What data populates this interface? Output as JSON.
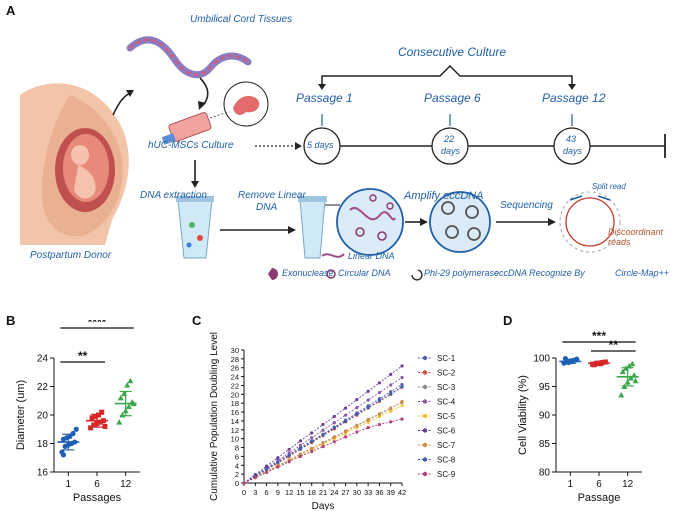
{
  "panels": {
    "a": "A",
    "b": "B",
    "c": "C",
    "d": "D"
  },
  "workflow": {
    "umbilical": "Umbilical   Cord   Tissues",
    "consecutive": "Consecutive  Culture",
    "passages": [
      {
        "label": "Passage 1",
        "duration": "5 days"
      },
      {
        "label": "Passage 6",
        "duration_top": "22",
        "duration_bottom": "days"
      },
      {
        "label": "Passage 12",
        "duration_top": "43",
        "duration_bottom": "days"
      }
    ],
    "culture": "hUC-MSCs Culture",
    "donor": "Postpartum Donor",
    "dna_extraction": "DNA extraction",
    "remove_linear_1": "Remove Linear",
    "remove_linear_2": "DNA",
    "amplify": "Amplify eccDNA",
    "sequencing": "Sequencing",
    "split_read": "Split read",
    "discordant": "Discoordinant reads",
    "linear_dna": "Linear DNA",
    "circular_dna": "Circular DNA",
    "exonuclease": "Exonuclease",
    "phi29": "Phi-29 polymerase",
    "ecc_recognize": "eccDNA Recognize By",
    "circle_map": "Circle-Map++"
  },
  "chart_data": [
    {
      "type": "scatter",
      "panel": "B",
      "ylabel": "Diameter (um)",
      "xlabel": "Passages",
      "categories": [
        "1",
        "6",
        "12"
      ],
      "ylim": [
        16,
        24
      ],
      "yticks": [
        16,
        18,
        20,
        22,
        24
      ],
      "colors": [
        "#1f5fb4",
        "#d62728",
        "#3aa84a"
      ],
      "series": [
        {
          "values": [
            17.4,
            17.8,
            17.9,
            18.0,
            18.1,
            18.3,
            18.4,
            18.5,
            18.7,
            19.0,
            17.2
          ],
          "mean": 18.1,
          "sd": 0.55
        },
        {
          "values": [
            19.1,
            19.3,
            19.4,
            19.5,
            19.6,
            19.8,
            19.9,
            20.0,
            20.2,
            19.2
          ],
          "mean": 19.6,
          "sd": 0.45
        },
        {
          "values": [
            19.5,
            20.0,
            20.3,
            20.6,
            20.9,
            21.2,
            21.5,
            22.1,
            22.4,
            20.8
          ],
          "mean": 20.8,
          "sd": 0.85
        }
      ],
      "annotations": [
        {
          "from": "1",
          "to": "6",
          "text": "**"
        },
        {
          "from": "1",
          "to": "12",
          "text": "****"
        }
      ]
    },
    {
      "type": "line",
      "panel": "C",
      "ylabel": "Cumulative Population Doubling Level",
      "xlabel": "Days",
      "ylim": [
        0,
        30
      ],
      "yticks": [
        0,
        2,
        4,
        6,
        8,
        10,
        12,
        14,
        16,
        18,
        20,
        22,
        24,
        26,
        28,
        30
      ],
      "x": [
        0,
        3,
        6,
        9,
        12,
        15,
        18,
        21,
        24,
        27,
        30,
        33,
        36,
        39,
        42
      ],
      "series": [
        {
          "name": "SC-1",
          "color": "#5560b3",
          "marker": "diamond",
          "values": [
            0,
            1.6,
            3.2,
            4.8,
            6.4,
            8.0,
            9.5,
            11.0,
            12.6,
            14.2,
            15.8,
            17.4,
            19.0,
            20.6,
            22.2
          ]
        },
        {
          "name": "SC-2",
          "color": "#e0483e",
          "marker": "square",
          "values": [
            0,
            1.5,
            3.0,
            4.5,
            6.0,
            7.6,
            9.1,
            10.7,
            12.2,
            13.8,
            15.3,
            16.9,
            18.4,
            20.0,
            21.6
          ]
        },
        {
          "name": "SC-3",
          "color": "#8a8a8a",
          "marker": "triangle",
          "values": [
            0,
            1.3,
            2.6,
            3.9,
            5.2,
            6.5,
            7.8,
            9.1,
            10.4,
            11.7,
            13.0,
            14.3,
            15.6,
            16.9,
            18.2
          ]
        },
        {
          "name": "SC-4",
          "color": "#8b5aa8",
          "marker": "x",
          "values": [
            0,
            1.7,
            3.4,
            5.1,
            6.8,
            8.5,
            10.2,
            11.9,
            13.6,
            15.3,
            17.0,
            18.7,
            20.4,
            22.1,
            23.8
          ]
        },
        {
          "name": "SC-5",
          "color": "#f0c232",
          "marker": "star",
          "values": [
            0,
            1.2,
            2.5,
            3.7,
            5.0,
            6.2,
            7.5,
            8.7,
            10.0,
            11.2,
            12.5,
            13.7,
            15.0,
            16.2,
            17.5
          ]
        },
        {
          "name": "SC-6",
          "color": "#6a3d9a",
          "marker": "circle",
          "values": [
            0,
            1.9,
            3.8,
            5.7,
            7.6,
            9.5,
            11.3,
            13.2,
            15.0,
            16.9,
            18.8,
            20.7,
            22.6,
            24.5,
            26.4
          ]
        },
        {
          "name": "SC-7",
          "color": "#d08a3c",
          "marker": "square",
          "values": [
            0,
            1.3,
            2.6,
            3.9,
            5.2,
            6.5,
            7.8,
            9.0,
            10.3,
            11.6,
            12.9,
            14.2,
            15.5,
            16.8,
            18.4
          ]
        },
        {
          "name": "SC-8",
          "color": "#3b5fa8",
          "marker": "triangle",
          "values": [
            0,
            1.5,
            3.1,
            4.6,
            6.2,
            7.7,
            9.3,
            10.8,
            12.4,
            13.9,
            15.5,
            17.0,
            18.6,
            20.1,
            21.7
          ]
        },
        {
          "name": "SC-9",
          "color": "#b0417a",
          "marker": "triangle-down",
          "values": [
            0,
            1.2,
            2.4,
            3.6,
            4.8,
            6.0,
            7.1,
            8.2,
            9.3,
            10.4,
            11.5,
            12.5,
            13.2,
            13.8,
            14.4
          ]
        }
      ]
    },
    {
      "type": "scatter",
      "panel": "D",
      "ylabel": "Cell Viability (%)",
      "xlabel": "Passage",
      "categories": [
        "1",
        "6",
        "12"
      ],
      "ylim": [
        80,
        100
      ],
      "yticks": [
        80,
        85,
        90,
        95,
        100
      ],
      "colors": [
        "#1f5fb4",
        "#d62728",
        "#3aa84a"
      ],
      "series": [
        {
          "values": [
            99.1,
            99.3,
            99.5,
            99.6,
            99.8,
            99.9,
            99.2,
            99.4
          ],
          "mean": 99.4,
          "sd": 0.35
        },
        {
          "values": [
            98.9,
            99.0,
            99.1,
            99.2,
            99.3,
            98.8,
            99.1,
            99.0
          ],
          "mean": 99.1,
          "sd": 0.2
        },
        {
          "values": [
            93.5,
            95.0,
            95.8,
            96.5,
            97.0,
            97.6,
            98.2,
            98.6,
            99.0,
            96.0
          ],
          "mean": 96.7,
          "sd": 1.6
        }
      ],
      "annotations": [
        {
          "from": "1",
          "to": "12",
          "text": "***"
        },
        {
          "from": "6",
          "to": "12",
          "text": "**"
        }
      ]
    }
  ]
}
